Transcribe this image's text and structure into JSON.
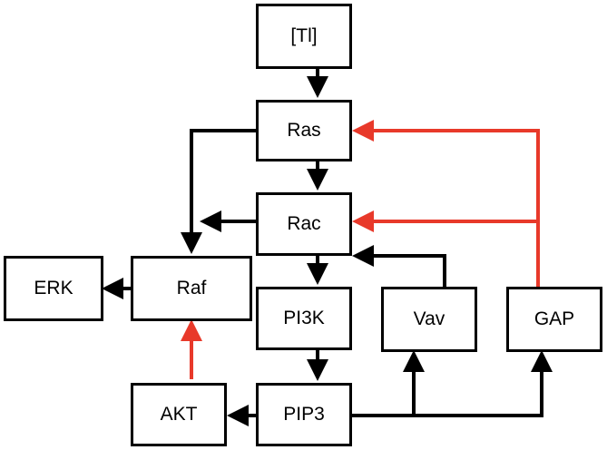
{
  "nodes": {
    "tl": {
      "label": "[Tl]"
    },
    "ras": {
      "label": "Ras"
    },
    "rac": {
      "label": "Rac"
    },
    "erk": {
      "label": "ERK"
    },
    "raf": {
      "label": "Raf"
    },
    "pi3k": {
      "label": "PI3K"
    },
    "vav": {
      "label": "Vav"
    },
    "gap": {
      "label": "GAP"
    },
    "akt": {
      "label": "AKT"
    },
    "pip3": {
      "label": "PIP3"
    }
  },
  "edges": [
    {
      "from": "[Tl]",
      "to": "Ras",
      "color": "black"
    },
    {
      "from": "Ras",
      "to": "Rac",
      "color": "black"
    },
    {
      "from": "Ras",
      "to": "Raf",
      "color": "black"
    },
    {
      "from": "Rac",
      "to": "Raf",
      "color": "black"
    },
    {
      "from": "Rac",
      "to": "PI3K",
      "color": "black"
    },
    {
      "from": "Raf",
      "to": "ERK",
      "color": "black"
    },
    {
      "from": "PI3K",
      "to": "PIP3",
      "color": "black"
    },
    {
      "from": "PIP3",
      "to": "AKT",
      "color": "black"
    },
    {
      "from": "PIP3",
      "to": "Vav",
      "color": "black"
    },
    {
      "from": "PIP3",
      "to": "GAP",
      "color": "black"
    },
    {
      "from": "Vav",
      "to": "Rac",
      "color": "black"
    },
    {
      "from": "AKT",
      "to": "Raf",
      "color": "red"
    },
    {
      "from": "GAP",
      "to": "Ras",
      "color": "red"
    },
    {
      "from": "GAP",
      "to": "Rac",
      "color": "red"
    }
  ],
  "colors": {
    "activation": "#000000",
    "inhibition": "#e8392a"
  }
}
